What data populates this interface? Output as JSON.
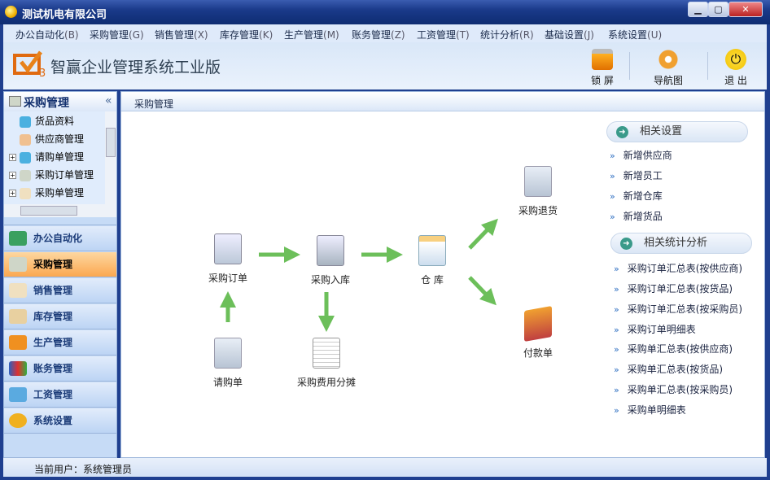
{
  "window": {
    "title": "测试机电有限公司",
    "minimize": "▁",
    "maximize": "▢",
    "close": "✕"
  },
  "menu": [
    {
      "label": "办公自动化",
      "key": "(B)"
    },
    {
      "label": "采购管理",
      "key": "(G)"
    },
    {
      "label": "销售管理",
      "key": "(X)"
    },
    {
      "label": "库存管理",
      "key": "(K)"
    },
    {
      "label": "生产管理",
      "key": "(M)"
    },
    {
      "label": "账务管理",
      "key": "(Z)"
    },
    {
      "label": "工资管理",
      "key": "(T)"
    },
    {
      "label": "统计分析",
      "key": "(R)"
    },
    {
      "label": "基础设置",
      "key": "(J)"
    },
    {
      "label": "系统设置",
      "key": "(U)"
    }
  ],
  "banner": {
    "title": "智赢企业管理系统工业版",
    "toolbar": [
      {
        "label": "锁 屏",
        "icon": "lock-icon"
      },
      {
        "label": "导航图",
        "icon": "gear-icon"
      },
      {
        "label": "退 出",
        "icon": "power-icon"
      }
    ]
  },
  "sidebar": {
    "title": "采购管理",
    "collapse": "«",
    "tree": [
      {
        "label": "货品资料",
        "expand": ""
      },
      {
        "label": "供应商管理",
        "expand": ""
      },
      {
        "label": "请购单管理",
        "expand": "+"
      },
      {
        "label": "采购订单管理",
        "expand": "+"
      },
      {
        "label": "采购单管理",
        "expand": "+"
      }
    ],
    "nav": [
      "办公自动化",
      "采购管理",
      "销售管理",
      "库存管理",
      "生产管理",
      "账务管理",
      "工资管理",
      "系统设置"
    ]
  },
  "main": {
    "breadcrumb": "采购管理",
    "flow": {
      "order": "采购订单",
      "inbound": "采购入库",
      "warehouse": "仓 库",
      "return": "采购退货",
      "payment": "付款单",
      "requisition": "请购单",
      "cost": "采购费用分摊"
    },
    "settings": {
      "title": "相关设置",
      "links": [
        "新增供应商",
        "新增员工",
        "新增仓库",
        "新增货品"
      ]
    },
    "stats": {
      "title": "相关统计分析",
      "links": [
        "采购订单汇总表(按供应商)",
        "采购订单汇总表(按货品)",
        "采购订单汇总表(按采购员)",
        "采购订单明细表",
        "采购单汇总表(按供应商)",
        "采购单汇总表(按货品)",
        "采购单汇总表(按采购员)",
        "采购单明细表"
      ]
    }
  },
  "status": {
    "user": "当前用户：系统管理员"
  },
  "colors": {
    "titlebar": "#0e2c72",
    "active_nav": "#fba850",
    "arrow": "#6cbf5a"
  }
}
